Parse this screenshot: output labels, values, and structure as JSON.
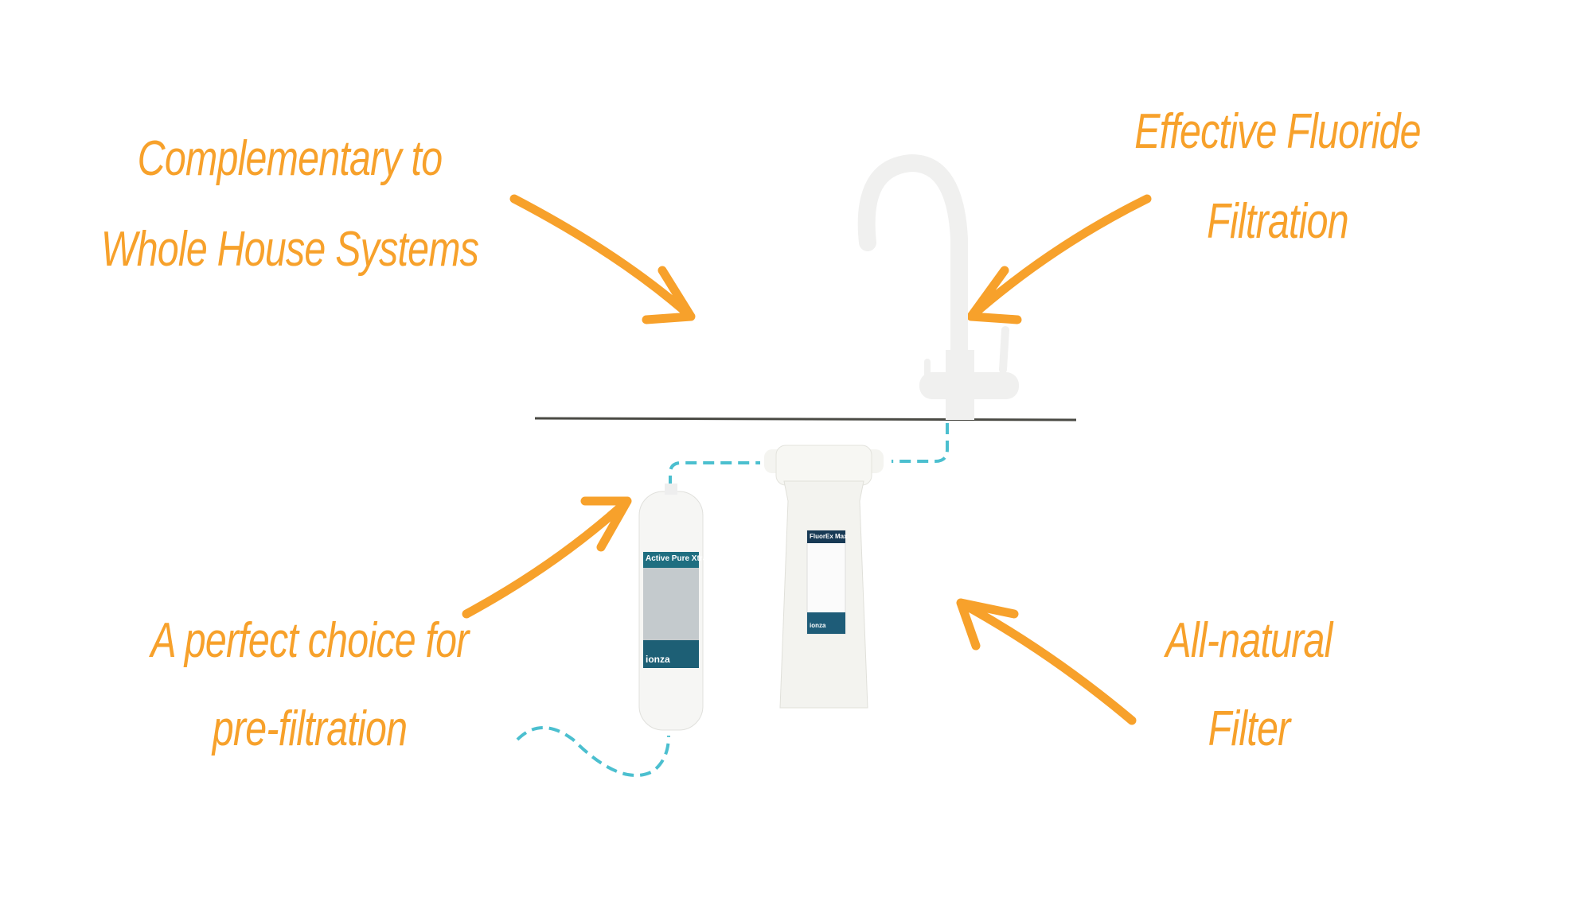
{
  "captions": {
    "top_left": [
      "Complementary to",
      "Whole House Systems"
    ],
    "top_right": [
      "Effective Fluoride",
      "Filtration"
    ],
    "bottom_left": [
      "A perfect choice for",
      "pre-filtration"
    ],
    "bottom_right": [
      "All-natural",
      "Filter"
    ]
  },
  "products": {
    "inline_filter": {
      "name": "Active Pure Xtra",
      "brand": "ionza"
    },
    "housing_filter": {
      "name": "FluorEx Max",
      "brand": "ionza"
    }
  },
  "colors": {
    "accent": "#f7a12b",
    "pipe": "#4bbfcf",
    "counter": "#4a4a44"
  }
}
